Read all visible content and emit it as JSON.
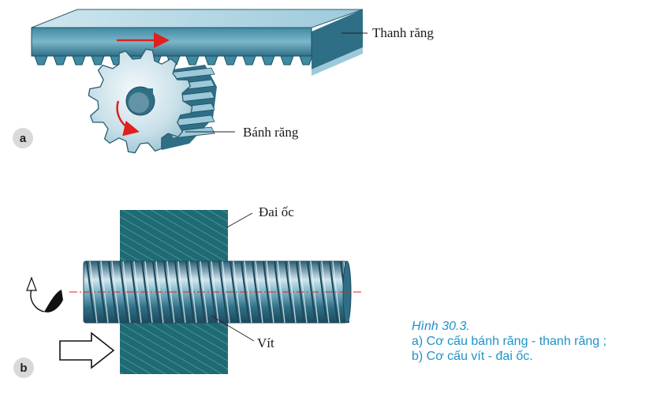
{
  "part_a": {
    "badge": "a",
    "rack_label": "Thanh răng",
    "gear_label": "Bánh răng"
  },
  "part_b": {
    "badge": "b",
    "nut_label": "Đai ốc",
    "screw_label": "Vít"
  },
  "caption": {
    "title": "Hình 30.3.",
    "line_a": "a) Cơ cấu bánh răng - thanh răng ;",
    "line_b": "b) Cơ cấu vít - đai ốc."
  },
  "colors": {
    "steel": "#2f6f86",
    "steel_light": "#7fb3c6",
    "nut_fill": "#1f6b73",
    "arrow_red": "#e0201c",
    "caption_blue": "#1e93c9"
  }
}
